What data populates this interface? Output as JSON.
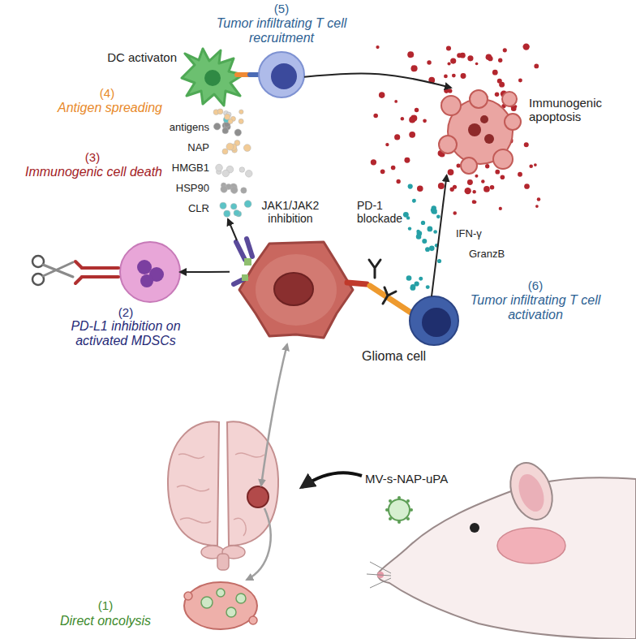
{
  "diagram": {
    "nodes": [
      {
        "text": [
          "(5)",
          "Tumor infiltrating T cell recruitment"
        ]
      },
      {
        "text": [
          "DC activaton"
        ]
      },
      {
        "text": [
          "Immunogenic apoptosis"
        ]
      },
      {
        "text": [
          "Glioma cell"
        ]
      },
      {
        "text": [
          "(2)",
          "PD-L1 inhibition on activated MDSCs"
        ]
      },
      {
        "text": [
          "(6)",
          "Tumor infiltrating T cell activation"
        ]
      },
      {
        "text": [
          "(1)",
          "Direct oncolysis"
        ]
      }
    ],
    "edges": [
      {
        "from": 0,
        "to": 2,
        "arrow": "to"
      },
      {
        "from": 5,
        "to": 2,
        "arrow": "to"
      },
      {
        "from": 3,
        "to": 4,
        "arrow": "to"
      }
    ],
    "labels": [
      "(4)",
      "Antigen spreading",
      "(3)",
      "Immunogenic cell death",
      "antigens",
      "NAP",
      "HMGB1",
      "HSP90",
      "CLR",
      "JAK1/JAK2 inhibition",
      "PD-1 blockade",
      "IFN-γ",
      "GranzB",
      "MV-s-NAP-uPA"
    ]
  }
}
